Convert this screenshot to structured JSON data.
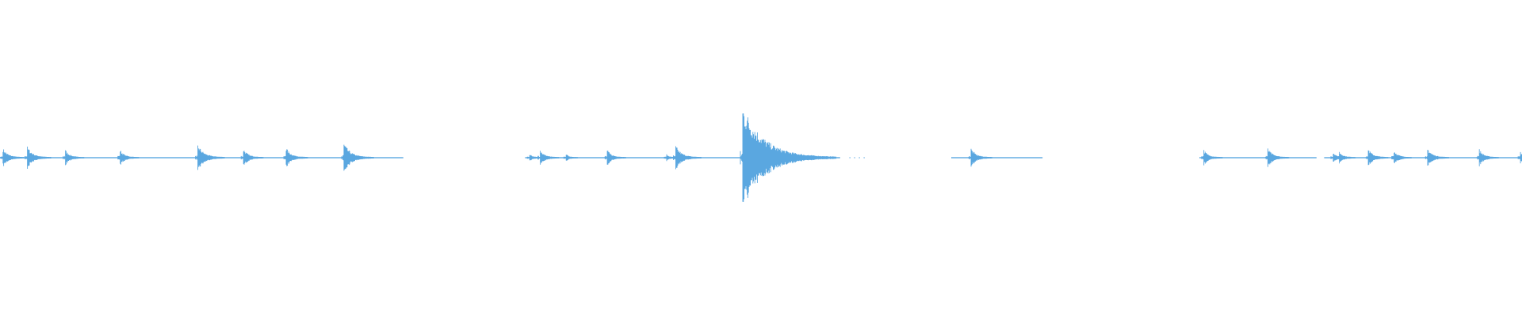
{
  "waveform": {
    "color": "#5aa7e0",
    "baseline_thickness": "thin",
    "duration_fraction": 1.0,
    "segments": [
      {
        "start": 0.0,
        "end": 0.265
      },
      {
        "start": 0.345,
        "end": 0.552
      },
      {
        "start": 0.558,
        "end": 0.569,
        "sparse": true
      },
      {
        "start": 0.625,
        "end": 0.685
      },
      {
        "start": 0.788,
        "end": 0.865
      },
      {
        "start": 0.87,
        "end": 1.0
      }
    ],
    "transients": [
      {
        "t": 0.002,
        "amp": 0.17
      },
      {
        "t": 0.018,
        "amp": 0.2
      },
      {
        "t": 0.043,
        "amp": 0.14
      },
      {
        "t": 0.079,
        "amp": 0.14
      },
      {
        "t": 0.13,
        "amp": 0.24
      },
      {
        "t": 0.16,
        "amp": 0.16
      },
      {
        "t": 0.188,
        "amp": 0.18
      },
      {
        "t": 0.226,
        "amp": 0.27
      },
      {
        "t": 0.348,
        "amp": 0.06
      },
      {
        "t": 0.355,
        "amp": 0.14
      },
      {
        "t": 0.372,
        "amp": 0.06
      },
      {
        "t": 0.399,
        "amp": 0.14
      },
      {
        "t": 0.438,
        "amp": 0.05
      },
      {
        "t": 0.444,
        "amp": 0.22
      },
      {
        "t": 0.488,
        "amp": 1.0
      },
      {
        "t": 0.638,
        "amp": 0.17
      },
      {
        "t": 0.791,
        "amp": 0.14
      },
      {
        "t": 0.833,
        "amp": 0.17
      },
      {
        "t": 0.876,
        "amp": 0.1
      },
      {
        "t": 0.88,
        "amp": 0.11
      },
      {
        "t": 0.899,
        "amp": 0.16
      },
      {
        "t": 0.916,
        "amp": 0.13
      },
      {
        "t": 0.938,
        "amp": 0.17
      },
      {
        "t": 0.972,
        "amp": 0.15
      },
      {
        "t": 0.999,
        "amp": 0.1
      }
    ]
  }
}
